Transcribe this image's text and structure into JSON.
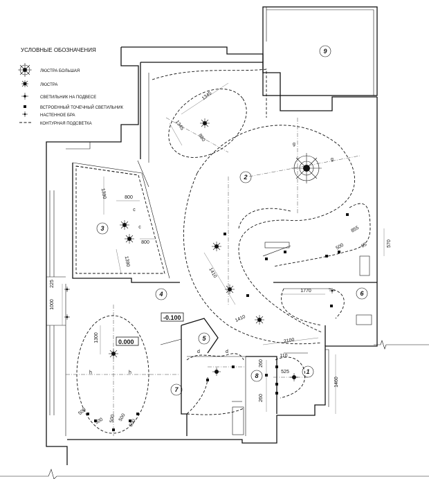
{
  "legend": {
    "title": "УСЛОВНЫЕ ОБОЗНАЧЕНИЯ",
    "items": [
      {
        "label": "ЛЮСТРА БОЛЬШАЯ",
        "icon": "large-chandelier-icon"
      },
      {
        "label": "ЛЮСТРА",
        "icon": "chandelier-icon"
      },
      {
        "label": "СВЕТИЛЬНИК НА ПОДВЕСЕ",
        "icon": "pendant-lamp-icon"
      },
      {
        "label": "ВСТРОЕННЫЙ ТОЧЕЧНЫЙ СВЕТИЛЬНИК",
        "icon": "spotlight-icon"
      },
      {
        "label": "НАСТЕННОЕ БРА",
        "icon": "wall-sconce-icon"
      },
      {
        "label": "КОНТУРНАЯ ПОДСВЕТКА",
        "icon": "contour-lighting-line"
      }
    ]
  },
  "rooms": [
    "1",
    "2",
    "3",
    "4",
    "5",
    "6",
    "7",
    "8",
    "9"
  ],
  "levels": {
    "level_a": "-0.100",
    "level_b": "0.000"
  },
  "dimensions": {
    "d1345a": "1345",
    "d1345b": "1345",
    "d880": "880",
    "d1390a": "1390",
    "d1390b": "1390",
    "d800a": "800",
    "d800b": "800",
    "d1410a": "1410",
    "d1410b": "1410",
    "d2100": "2100",
    "d1770": "1770",
    "d855": "855",
    "d500a": "500",
    "d65": "65",
    "d570": "570",
    "d1300": "1300",
    "d225": "225",
    "d1000": "1000",
    "d260a": "260",
    "d260b": "260",
    "d110": "110",
    "d525": "525",
    "d1460": "1460",
    "d500b": "500",
    "d500c": "500",
    "d500d": "500",
    "d500e": "500",
    "d500f": "500"
  },
  "marks": {
    "g1": "g",
    "g2": "g",
    "h1": "h",
    "h2": "h",
    "c1": "c",
    "c2": "c",
    "d1": "d",
    "d2": "d"
  }
}
